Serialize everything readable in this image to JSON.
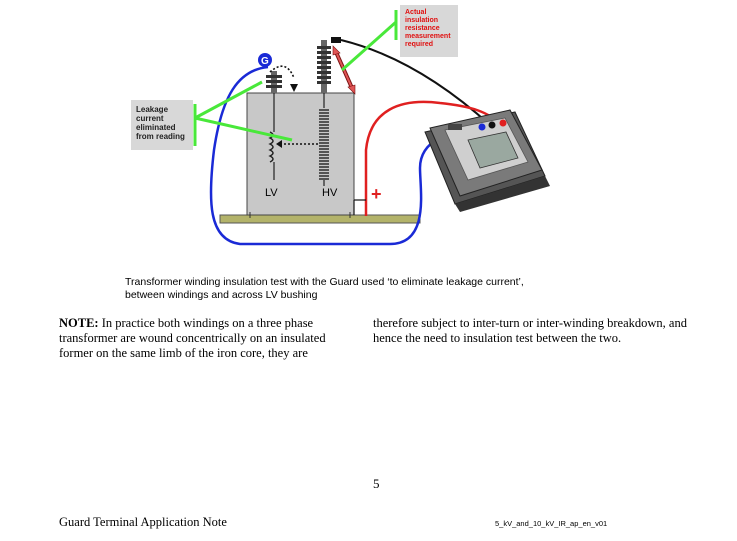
{
  "figure": {
    "callout_actual": [
      "Actual",
      "insulation",
      "resistance",
      "measurement",
      "required"
    ],
    "callout_leakage": [
      "Leakage",
      "current",
      "eliminated",
      "from reading"
    ],
    "guard_marker": "G",
    "winding_lv_label": "LV",
    "winding_hv_label": "HV",
    "plus_sign": "+",
    "colors": {
      "lead_guard": "#1a2ad6",
      "lead_positive": "#e02020",
      "lead_negative": "#111111",
      "callout_line": "#49e83a",
      "callout_red_text": "#e01010",
      "tank": "#c8c8c8",
      "base_plate": "#b3b36a"
    }
  },
  "caption": {
    "line1": "Transformer winding insulation test with the Guard used ‘to eliminate leakage current’,",
    "line2": "between windings and across LV bushing"
  },
  "body": {
    "note_label": "NOTE:",
    "left_text": " In practice both windings on a three phase transformer are wound concentrically on an insulated former on the same limb of the iron core, they are",
    "right_text": "therefore subject to inter-turn or inter-winding breakdown, and hence the need to insulation test between the two."
  },
  "footer": {
    "page_number": "5",
    "title": "Guard Terminal Application Note",
    "doc_code": "5_kV_and_10_kV_IR_ap_en_v01"
  }
}
